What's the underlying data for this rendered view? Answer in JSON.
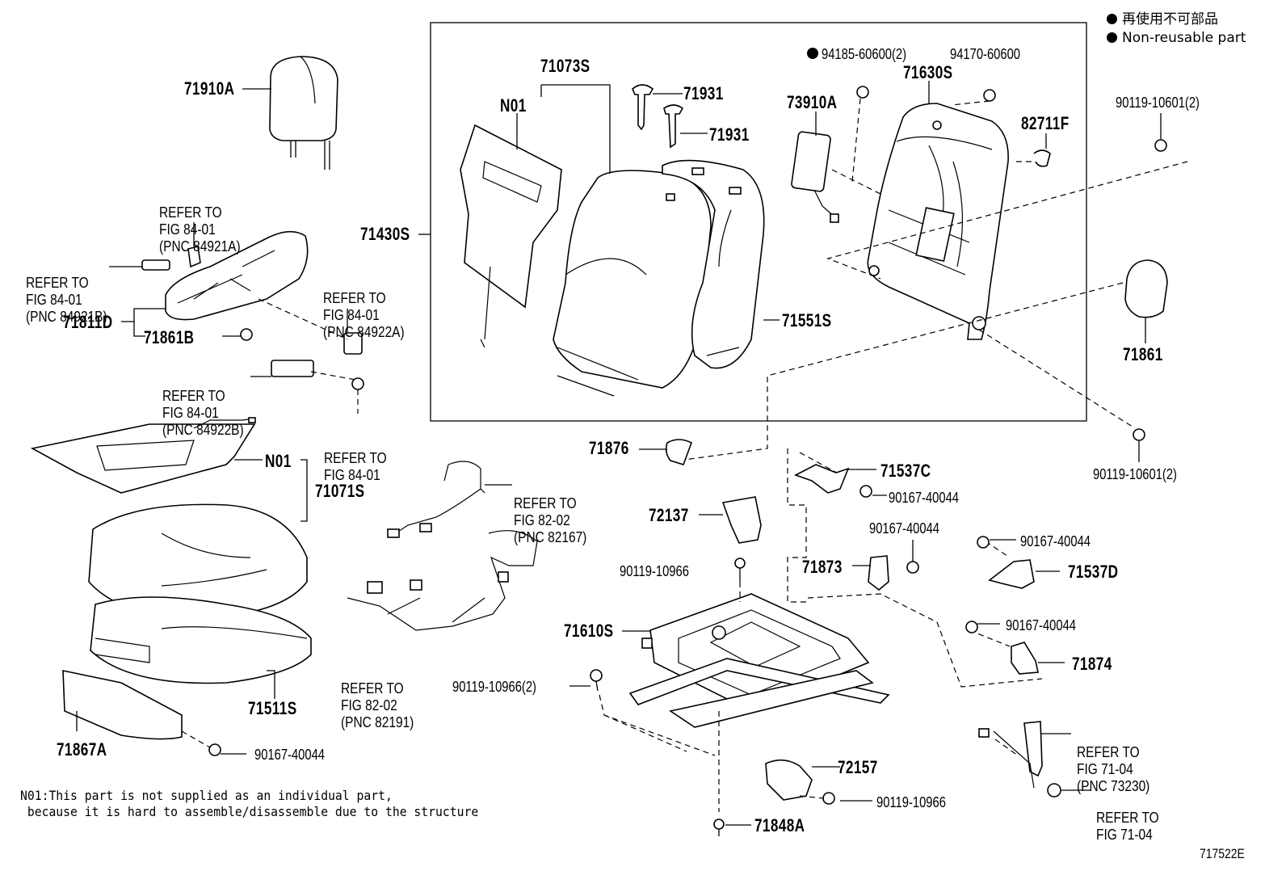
{
  "legend": {
    "jp": "再使用不可部品",
    "en": "Non-reusable part"
  },
  "parts": {
    "p71910A": "71910A",
    "p71073S": "71073S",
    "pN01a": "N01",
    "p71931a": "71931",
    "p71931b": "71931",
    "p94185": "94185-60600(2)",
    "p94170": "94170-60600",
    "p71630S": "71630S",
    "p73910A": "73910A",
    "p82711F": "82711F",
    "p90119_10601a": "90119-10601(2)",
    "p71430S": "71430S",
    "p71811D": "71811D",
    "p71861B": "71861B",
    "p71551S": "71551S",
    "p71861": "71861",
    "pN01b": "N01",
    "p71071S": "71071S",
    "p71876": "71876",
    "p71537C": "71537C",
    "p90119_10601b": "90119-10601(2)",
    "p90167_a": "90167-40044",
    "p72137": "72137",
    "p90167_b": "90167-40044",
    "p90167_c": "90167-40044",
    "p90119_10966a": "90119-10966",
    "p71873": "71873",
    "p71537D": "71537D",
    "p71610S": "71610S",
    "p90167_d": "90167-40044",
    "p71874": "71874",
    "p71511S": "71511S",
    "p90119_10966b": "90119-10966(2)",
    "p71867A": "71867A",
    "p90167_e": "90167-40044",
    "p72157": "72157",
    "p90119_10966c": "90119-10966",
    "p71848A": "71848A"
  },
  "refs": {
    "r1": [
      "REFER TO",
      "FIG 84-01",
      "(PNC 84921A)"
    ],
    "r2": [
      "REFER TO",
      "FIG 84-01",
      "(PNC 84921B)"
    ],
    "r3": [
      "REFER TO",
      "FIG 84-01",
      "(PNC 84922A)"
    ],
    "r4": [
      "REFER TO",
      "FIG 84-01",
      "(PNC 84922B)"
    ],
    "r5": [
      "REFER TO",
      "FIG 84-01"
    ],
    "r6": [
      "REFER TO",
      "FIG 82-02",
      "(PNC 82167)"
    ],
    "r7": [
      "REFER TO",
      "FIG 82-02",
      "(PNC 82191)"
    ],
    "r8": [
      "REFER TO",
      "FIG 71-04",
      "(PNC 73230)"
    ],
    "r9": [
      "REFER TO",
      "FIG 71-04"
    ]
  },
  "note": {
    "line1": "N01:This part is not supplied as an individual part,",
    "line2": " because it is hard to assemble/disassemble due to the structure"
  },
  "figure_id": "717522E"
}
